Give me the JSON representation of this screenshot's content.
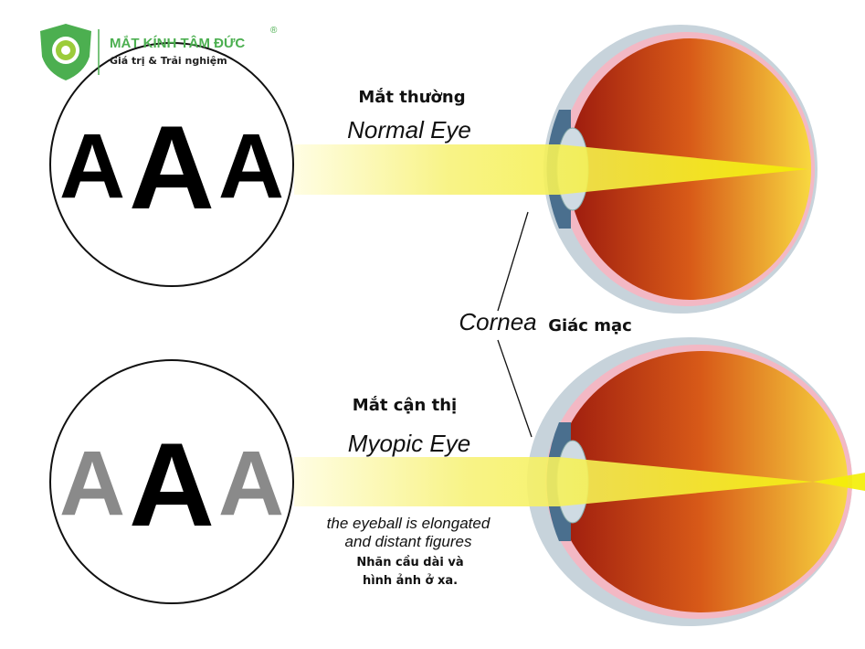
{
  "logo": {
    "brand": "MẮT KÍNH TÂM ĐỨC",
    "tagline": "Giá trị & Trải nghiệm",
    "registered": "®",
    "color": "#4caf50"
  },
  "normal": {
    "title_vn": "Mắt thường",
    "title_en": "Normal Eye",
    "letters": [
      "A",
      "A",
      "A"
    ]
  },
  "myopic": {
    "title_vn": "Mắt cận thị",
    "title_en": "Myopic Eye",
    "letters": [
      "A",
      "A",
      "A"
    ],
    "caption_en_1": "the eyeball is elongated",
    "caption_en_2": "and distant figures",
    "caption_vn_1": "Nhãn cầu dài và",
    "caption_vn_2": "hình ảnh ở xa."
  },
  "cornea": {
    "label_en": "Cornea",
    "label_vn": "Giác mạc"
  },
  "colors": {
    "beam": "#f5f000",
    "eye_outer": "#f2c21a",
    "eye_inner": "#a51d10",
    "sclera": "#c9d6de"
  }
}
